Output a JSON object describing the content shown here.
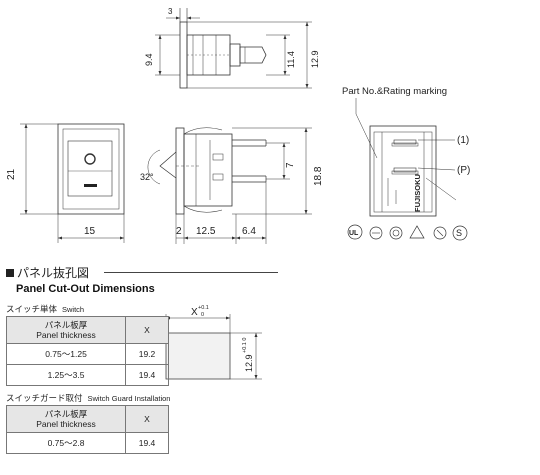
{
  "dims": {
    "d3": "3",
    "d9_4": "9.4",
    "d11_4": "11.4",
    "d12_9": "12.9",
    "d21": "21",
    "d15": "15",
    "angle": "32°",
    "d7": "7",
    "d18_8": "18.8",
    "d2": "2",
    "d12_5": "12.5",
    "d6_4": "6.4"
  },
  "marking": {
    "label": "Part No.&Rating marking",
    "p1": "(1)",
    "pP": "(P)",
    "brand": "FUJISOKU"
  },
  "cutout": {
    "title_jp": "パネル抜孔図",
    "title_en": "Panel Cut-Out Dimensions",
    "x_label": "X",
    "x_tol_up": "+0.1",
    "x_tol_dn": "0",
    "h_label": "12.9",
    "h_tol": "+0.1 0"
  },
  "table1": {
    "caption_jp": "スイッチ単体",
    "caption_en": "Switch",
    "head_jp": "パネル板厚",
    "head_en": "Panel thickness",
    "head_x": "X",
    "rows": [
      {
        "t": "0.75〜1.25",
        "x": "19.2"
      },
      {
        "t": "1.25〜3.5",
        "x": "19.4"
      }
    ]
  },
  "table2": {
    "caption_jp": "スイッチガード取付",
    "caption_en": "Switch Guard Installation",
    "head_jp": "パネル板厚",
    "head_en": "Panel thickness",
    "head_x": "X",
    "rows": [
      {
        "t": "0.75〜2.8",
        "x": "19.4"
      }
    ]
  }
}
